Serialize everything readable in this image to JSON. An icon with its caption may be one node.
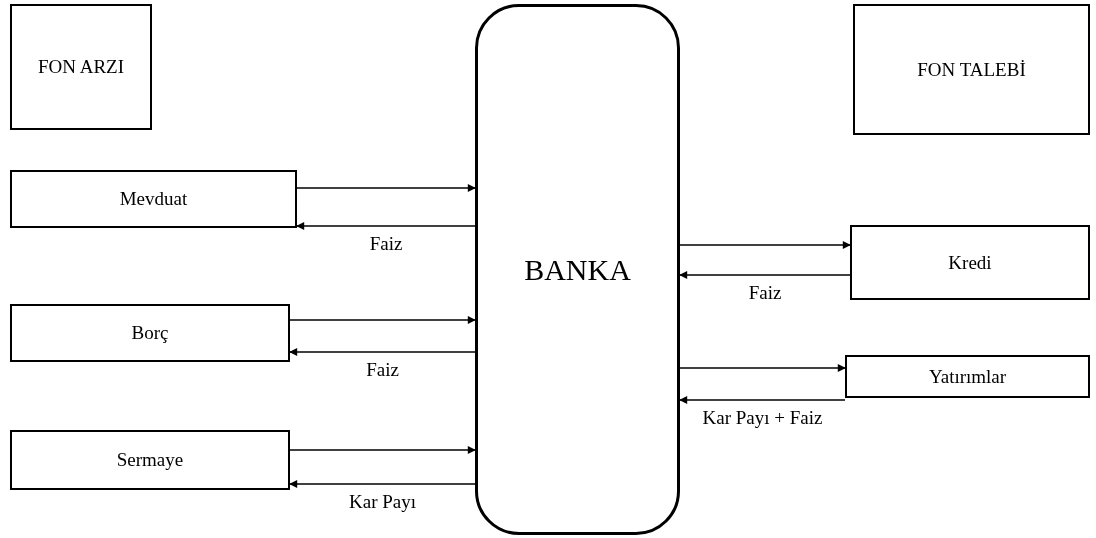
{
  "diagram": {
    "nodes": [
      {
        "text": [
          "FON ARZI"
        ]
      },
      {
        "text": [
          "Mevduat"
        ]
      },
      {
        "text": [
          "Borç"
        ]
      },
      {
        "text": [
          "Sermaye"
        ]
      },
      {
        "text": [
          "BANKA"
        ]
      },
      {
        "text": [
          "FON TALEBİ"
        ]
      },
      {
        "text": [
          "Kredi"
        ]
      },
      {
        "text": [
          "Yatırımlar"
        ]
      }
    ],
    "edges": [
      {
        "from": 1,
        "to": 4,
        "arrow": "to"
      },
      {
        "from": 4,
        "to": 1,
        "arrow": "to",
        "label": "Faiz"
      },
      {
        "from": 2,
        "to": 4,
        "arrow": "to"
      },
      {
        "from": 4,
        "to": 2,
        "arrow": "to",
        "label": "Faiz"
      },
      {
        "from": 3,
        "to": 4,
        "arrow": "to"
      },
      {
        "from": 4,
        "to": 3,
        "arrow": "to",
        "label": "Kar Payı"
      },
      {
        "from": 4,
        "to": 6,
        "arrow": "to"
      },
      {
        "from": 6,
        "to": 4,
        "arrow": "to",
        "label": "Faiz"
      },
      {
        "from": 4,
        "to": 7,
        "arrow": "to"
      },
      {
        "from": 7,
        "to": 4,
        "arrow": "to",
        "label": "Kar Payı + Faiz"
      }
    ]
  }
}
